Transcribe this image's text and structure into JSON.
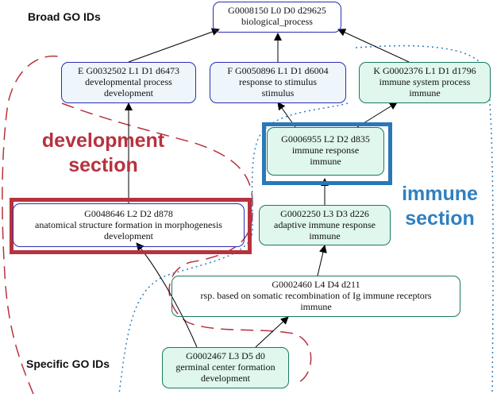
{
  "labels": {
    "broad": "Broad GO IDs",
    "specific": "Specific GO IDs",
    "development_section": [
      "development",
      "section"
    ],
    "immune_section": [
      "immune",
      "section"
    ]
  },
  "nodes": {
    "bio": [
      "G0008150 L0 D0 d29625",
      "biological_process"
    ],
    "e": [
      "E  G0032502 L1 D1 d6473",
      "developmental process",
      "development"
    ],
    "f": [
      "F  G0050896 L1 D1 d6004",
      "response to stimulus",
      "stimulus"
    ],
    "k": [
      "K  G0002376 L1 D1 d1796",
      "immune system process",
      "immune"
    ],
    "g6955": [
      "G0006955 L2 D2 d835",
      "immune response",
      "immune"
    ],
    "g48646": [
      "G0048646 L2 D2 d878",
      "anatomical structure formation in morphogenesis",
      "development"
    ],
    "g2250": [
      "G0002250 L3 D3 d226",
      "adaptive immune response",
      "immune"
    ],
    "g2460": [
      "G0002460 L4 D4 d211",
      "rsp. based on somatic recombination of Ig immune receptors",
      "immune"
    ],
    "g2467": [
      "G0002467 L3 D5 d0",
      "germinal center formation",
      "development"
    ]
  },
  "colors": {
    "development": "#b7323f",
    "immune": "#2a78b7",
    "node_border": "#2b2bb5",
    "node_fill_blue": "#eef6fb",
    "node_fill_green": "#dff7ec"
  }
}
